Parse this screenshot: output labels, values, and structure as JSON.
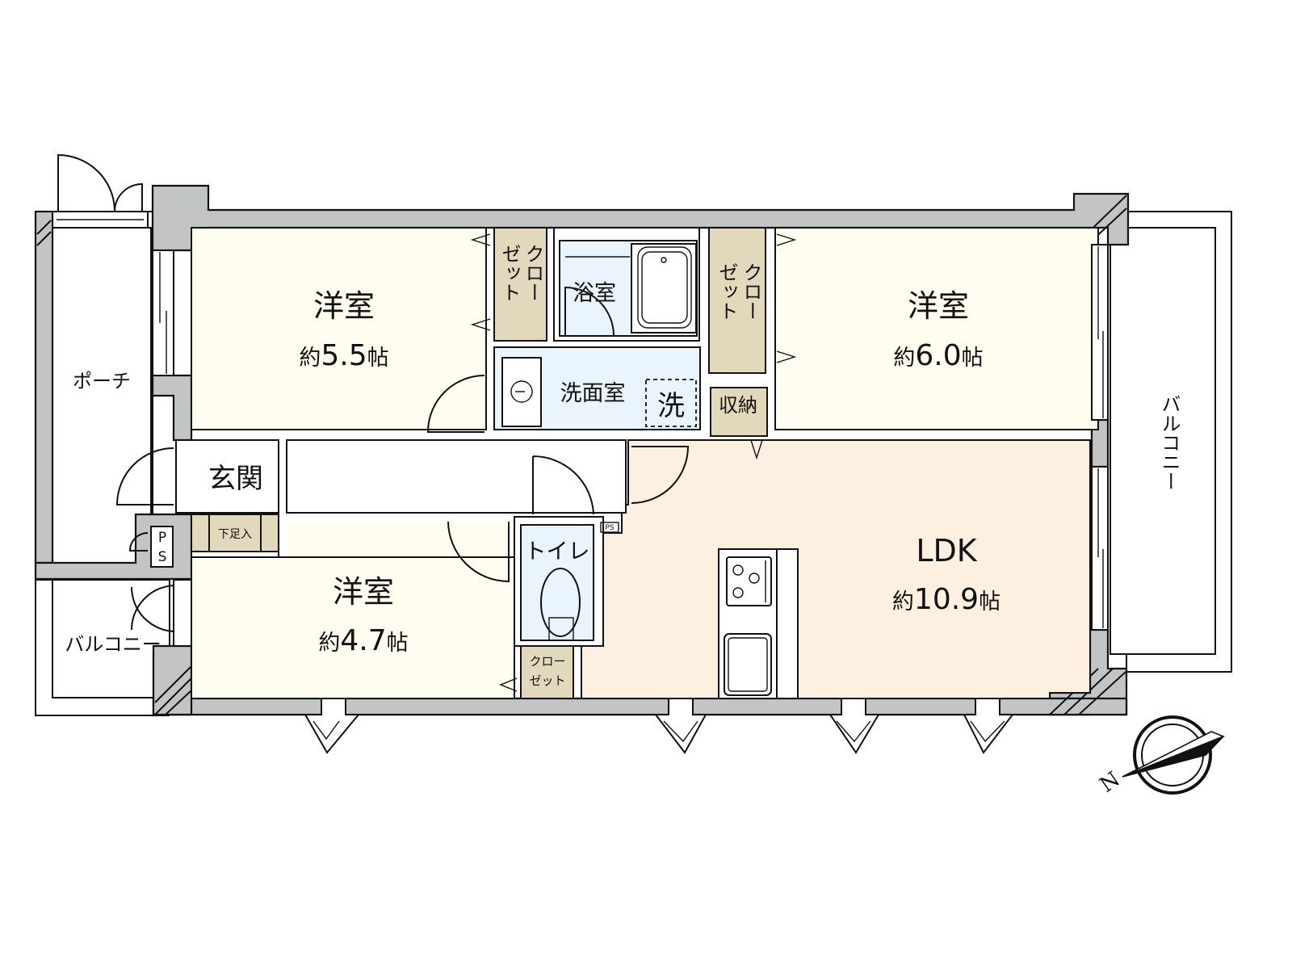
{
  "floor_plan": {
    "type": "apartment-floor-plan",
    "layout": "3LDK",
    "rooms": [
      {
        "id": "western-room-1",
        "name": "洋室",
        "area_prefix": "約",
        "area_value": "5.5",
        "area_unit": "帖",
        "color": "#fffdf0"
      },
      {
        "id": "western-room-2",
        "name": "洋室",
        "area_prefix": "約",
        "area_value": "6.0",
        "area_unit": "帖",
        "color": "#fffdf0"
      },
      {
        "id": "western-room-3",
        "name": "洋室",
        "area_prefix": "約",
        "area_value": "4.7",
        "area_unit": "帖",
        "color": "#fffdf0"
      },
      {
        "id": "ldk",
        "name": "LDK",
        "area_prefix": "約",
        "area_value": "10.9",
        "area_unit": "帖",
        "color": "#fdf0e0"
      }
    ],
    "wet_areas": {
      "bath": "浴室",
      "washroom": "洗面室",
      "washer": "洗",
      "toilet": "トイレ",
      "color": "#e9f4fc"
    },
    "storage": {
      "closet_vertical_top": [
        "クロー",
        "ゼット"
      ],
      "closet_left_col1": "ゼット",
      "closet_left_col2": "クロー",
      "closet_right_col1": "ゼット",
      "closet_right_col2": "クロー",
      "closet_small_line1": "クロー",
      "closet_small_line2": "ゼット",
      "storage": "収納",
      "shoe_box": "下足入",
      "color": "#e2d8bc"
    },
    "other_labels": {
      "entrance": "玄関",
      "porch": "ポーチ",
      "balcony_small": "バルコニー",
      "balcony_large": "バルコニー",
      "pipe_space_1": "P",
      "pipe_space_2": "S",
      "pipe_space_small": "PS"
    },
    "compass": {
      "label": "N",
      "icon": "north-arrow-icon"
    },
    "colors": {
      "wall": "#c3c5c4",
      "line": "#111111",
      "background": "#ffffff"
    }
  }
}
